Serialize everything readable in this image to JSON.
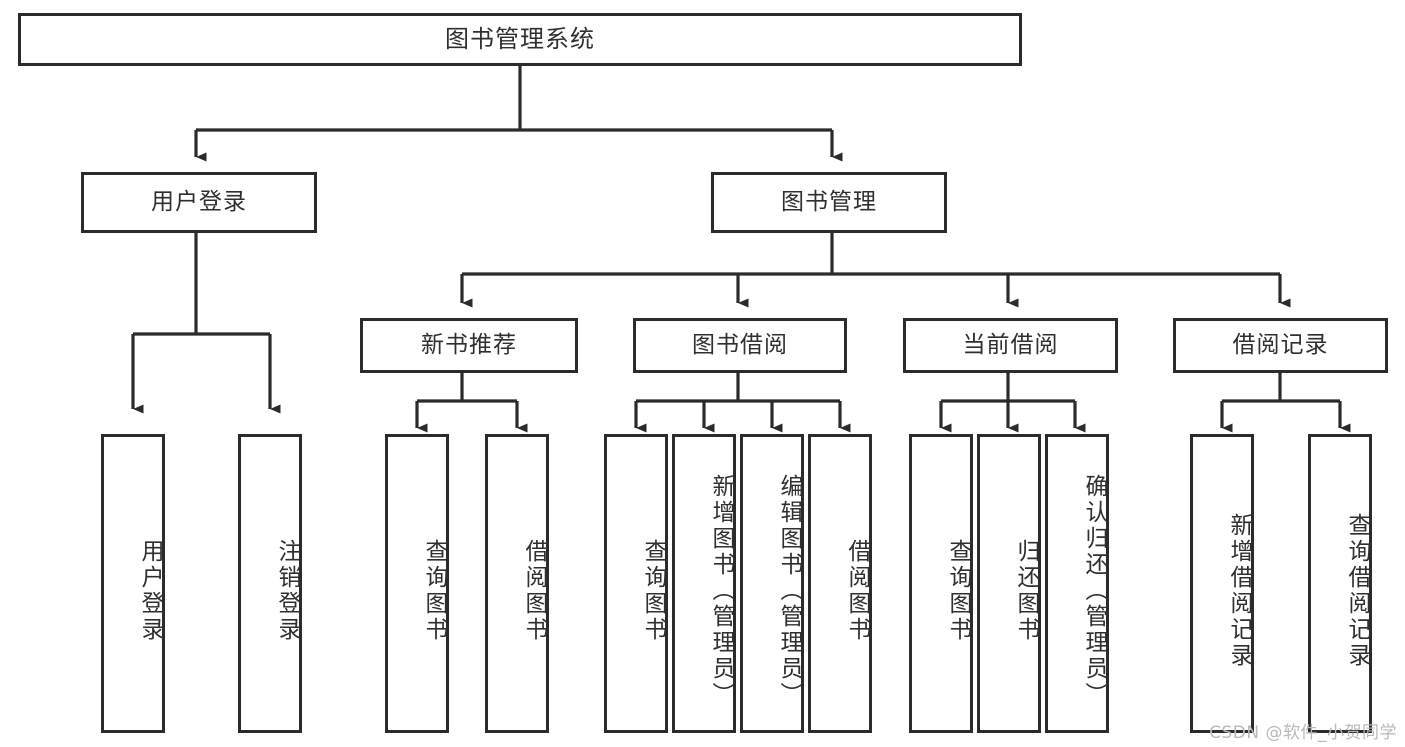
{
  "diagram": {
    "title": "图书管理系统",
    "type": "tree",
    "orientation": "top-down",
    "stroke_color": "#2b2b2b",
    "text_color": "#2f2f2f",
    "background_color": "#ffffff",
    "levels": 4
  },
  "root": {
    "label": "图书管理系统",
    "id": "root"
  },
  "level2": [
    {
      "id": "user-login",
      "label": "用户登录"
    },
    {
      "id": "book-manage",
      "label": "图书管理"
    }
  ],
  "level3": [
    {
      "id": "new-book-recommend",
      "label": "新书推荐",
      "parent": "book-manage"
    },
    {
      "id": "book-borrow",
      "label": "图书借阅",
      "parent": "book-manage"
    },
    {
      "id": "current-borrow",
      "label": "当前借阅",
      "parent": "book-manage"
    },
    {
      "id": "borrow-record",
      "label": "借阅记录",
      "parent": "book-manage"
    }
  ],
  "leaves": [
    {
      "id": "leaf-user-login",
      "label": "用户登录",
      "parent": "user-login"
    },
    {
      "id": "leaf-user-logout",
      "label": "注销登录",
      "parent": "user-login"
    },
    {
      "id": "leaf-query-book-1",
      "label": "查询图书",
      "parent": "new-book-recommend"
    },
    {
      "id": "leaf-borrow-book-1",
      "label": "借阅图书",
      "parent": "new-book-recommend"
    },
    {
      "id": "leaf-query-book-2",
      "label": "查询图书",
      "parent": "book-borrow"
    },
    {
      "id": "leaf-add-book",
      "label": "新增图书（管理员）",
      "parent": "book-borrow"
    },
    {
      "id": "leaf-edit-book",
      "label": "编辑图书（管理员）",
      "parent": "book-borrow"
    },
    {
      "id": "leaf-borrow-book-2",
      "label": "借阅图书",
      "parent": "book-borrow"
    },
    {
      "id": "leaf-query-book-3",
      "label": "查询图书",
      "parent": "current-borrow"
    },
    {
      "id": "leaf-return-book",
      "label": "归还图书",
      "parent": "current-borrow"
    },
    {
      "id": "leaf-confirm-return",
      "label": "确认归还（管理员）",
      "parent": "current-borrow"
    },
    {
      "id": "leaf-add-record",
      "label": "新增借阅记录",
      "parent": "borrow-record"
    },
    {
      "id": "leaf-query-record",
      "label": "查询借阅记录",
      "parent": "borrow-record"
    }
  ],
  "watermark": {
    "text": "CSDN @软件_小贺同学"
  }
}
